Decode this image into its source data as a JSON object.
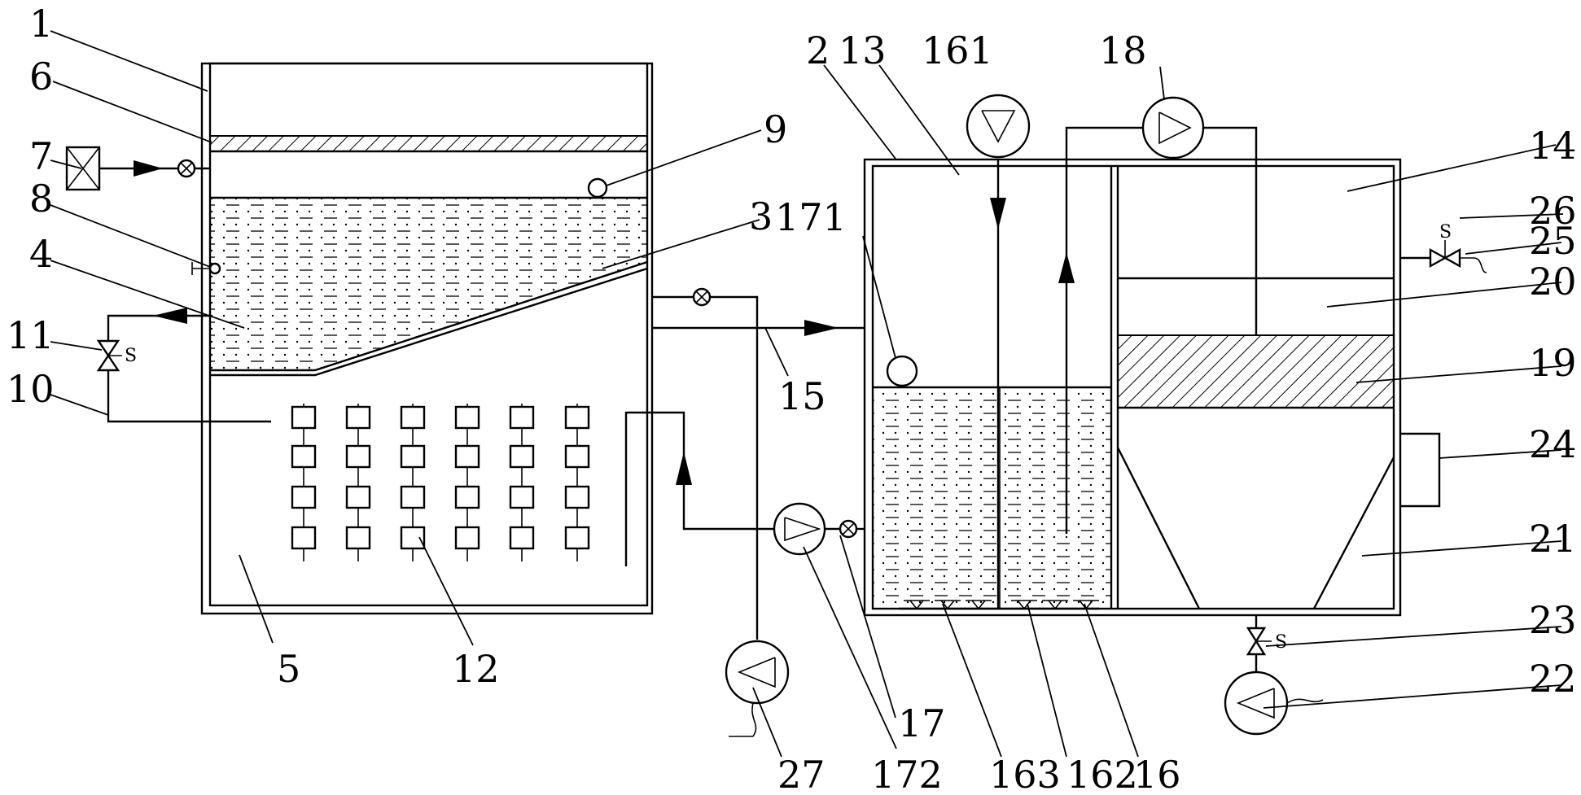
{
  "labels": {
    "l1": "1",
    "l2": "2",
    "l3": "3",
    "l4": "4",
    "l5": "5",
    "l6": "6",
    "l7": "7",
    "l8": "8",
    "l9": "9",
    "l10": "10",
    "l11": "11",
    "l12": "12",
    "l13": "13",
    "l14": "14",
    "l15": "15",
    "l16": "16",
    "l17": "17",
    "l18": "18",
    "l19": "19",
    "l20": "20",
    "l21": "21",
    "l22": "22",
    "l23": "23",
    "l24": "24",
    "l25": "25",
    "l26": "26",
    "l27": "27",
    "l161": "161",
    "l162": "162",
    "l163": "163",
    "l171": "171",
    "l172": "172"
  },
  "valve_marks": {
    "v11": "S",
    "v23": "S",
    "v26": "S"
  }
}
